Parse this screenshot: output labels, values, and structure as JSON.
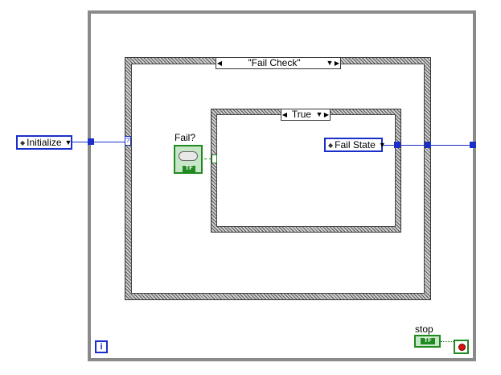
{
  "diagram": {
    "outer_case": {
      "selector_label": "\"Fail Check\""
    },
    "inner_case": {
      "selector_label": "True"
    },
    "controls": {
      "fail_label": "Fail?",
      "fail_badge": "TF",
      "stop_label": "stop",
      "stop_badge": "TF"
    },
    "constants": {
      "initialize": "Initialize",
      "fail_state": "Fail State"
    },
    "iteration_terminal": "i",
    "icons": {
      "case_arrow_left": "◀",
      "case_arrow_right": "▶",
      "dropdown": "▼",
      "enum_increment": "◆"
    },
    "colors": {
      "enum_wire": "#1a2fc9",
      "boolean": "#1f8a1f",
      "loop_border": "#8a8a8a"
    }
  }
}
